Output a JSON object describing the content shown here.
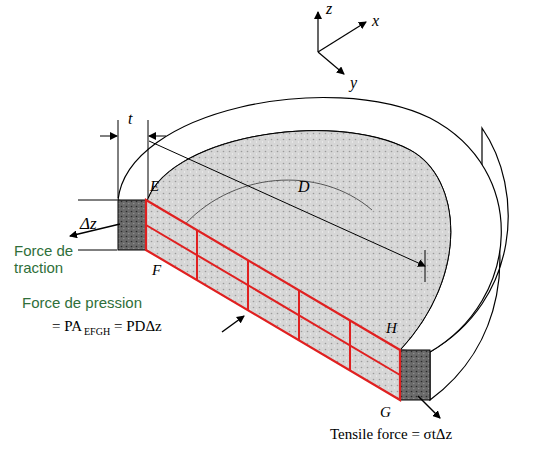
{
  "diagram": {
    "labels": [
      "z",
      "x",
      "y",
      "t",
      "Δz",
      "D",
      "E",
      "F",
      "H",
      "G",
      "Force de traction",
      "Force de pression",
      "= PA",
      "EFGH",
      "= PDΔz",
      "Tensile force = σtΔz"
    ]
  }
}
